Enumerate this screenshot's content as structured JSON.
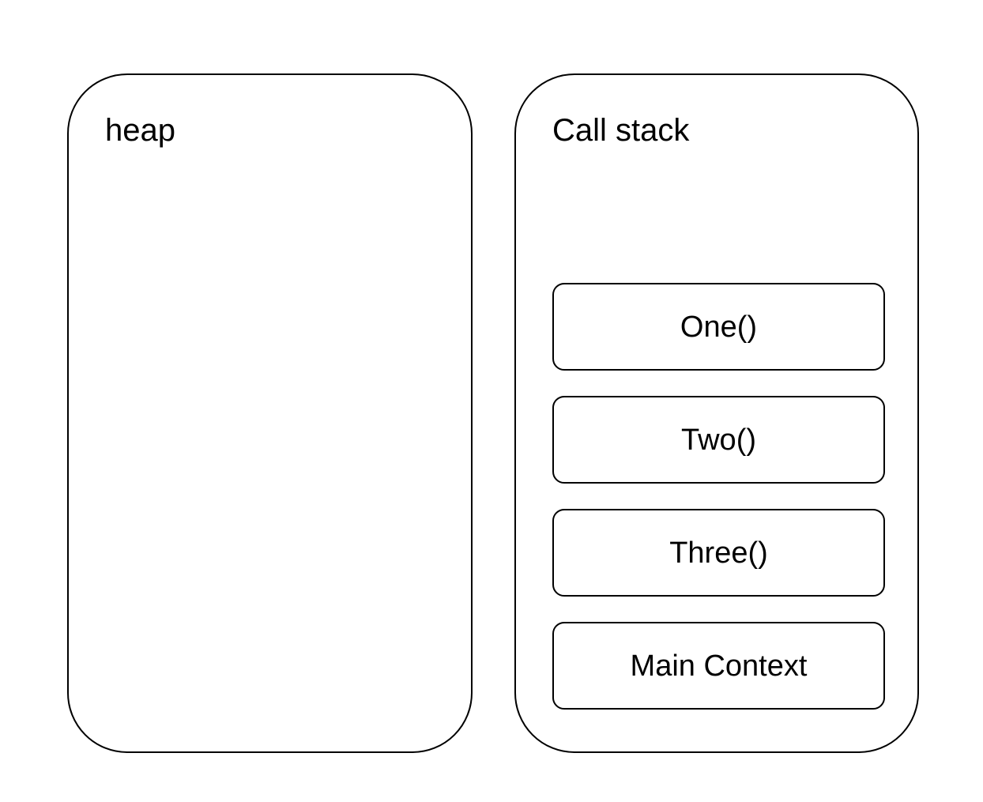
{
  "diagram": {
    "background_color": "#ffffff",
    "stroke_color": "#000000",
    "text_color": "#000000",
    "heap": {
      "label": "heap"
    },
    "call_stack": {
      "label": "Call stack",
      "frames": [
        {
          "label": "One()"
        },
        {
          "label": "Two()"
        },
        {
          "label": "Three()"
        },
        {
          "label": "Main Context"
        }
      ]
    }
  }
}
